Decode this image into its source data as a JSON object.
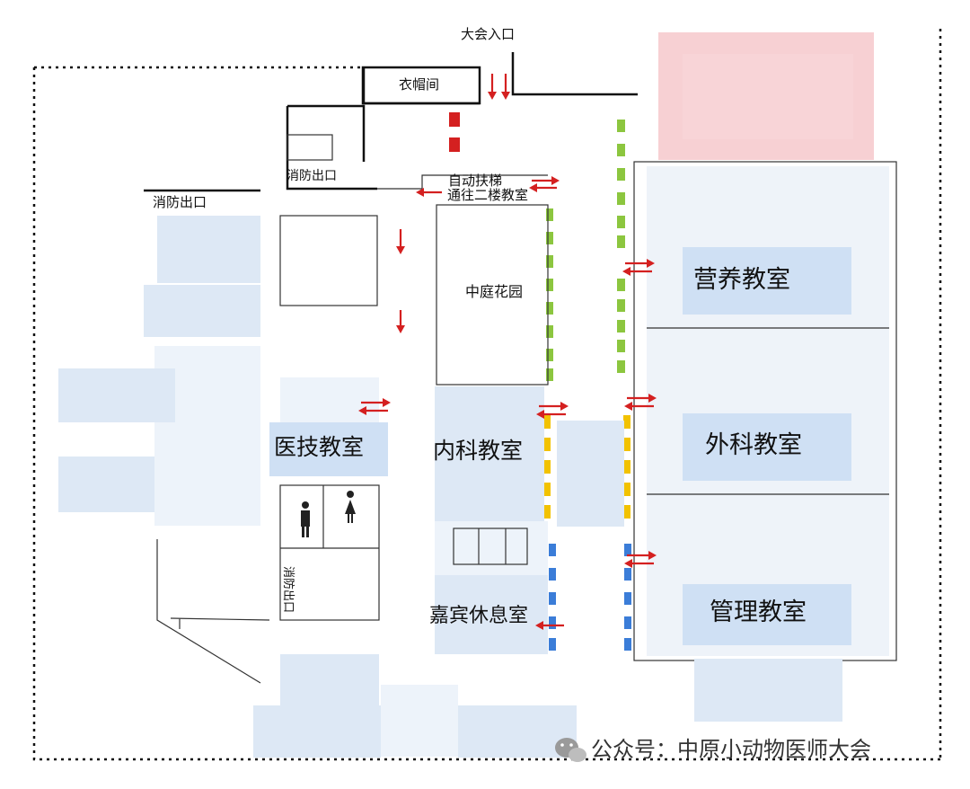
{
  "map": {
    "entrance_label": "大会入口",
    "cloakroom_label": "衣帽间",
    "fire_exit_label_top": "消防出口",
    "fire_exit_label_left": "消防出口",
    "fire_exit_label_vertical": "消防出口",
    "escalator_label_line1": "自动扶梯",
    "escalator_label_line2": "通往二楼教室",
    "garden_label": "中庭花园",
    "rooms": {
      "nutrition": "营养教室",
      "surgery": "外科教室",
      "management": "管理教室",
      "medtech": "医技教室",
      "internal": "内科教室",
      "vip_lounge": "嘉宾休息室"
    },
    "colors": {
      "arrow": "#d42020",
      "room_blue": "#cadcf3",
      "top_right_hall": "#f5c4c8",
      "booth_green": "#8cc63f",
      "booth_yellow": "#f2c200",
      "booth_blue": "#3b7dd8",
      "booth_red": "#d42020"
    }
  },
  "watermark": {
    "icon": "wechat-icon",
    "text": "公众号：中原小动物医师大会"
  }
}
